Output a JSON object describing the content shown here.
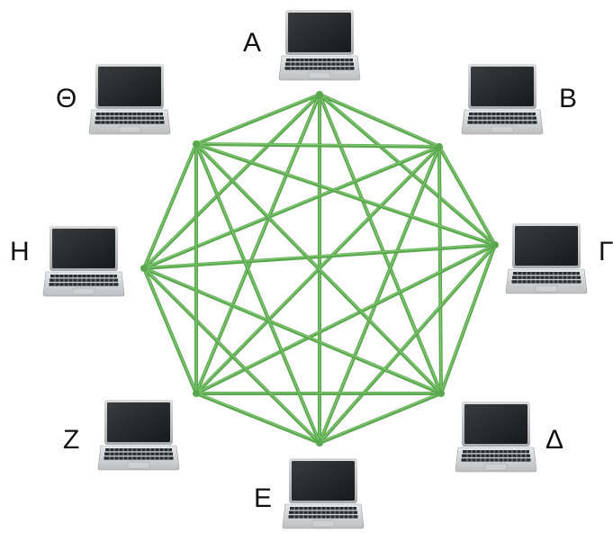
{
  "diagram": {
    "type": "full-mesh-network",
    "edge_color": "#5aa84e",
    "edge_highlight": "#8fd07f",
    "nodes": [
      {
        "id": "A",
        "label": "Α"
      },
      {
        "id": "B",
        "label": "Β"
      },
      {
        "id": "G",
        "label": "Γ"
      },
      {
        "id": "D",
        "label": "Δ"
      },
      {
        "id": "E",
        "label": "Ε"
      },
      {
        "id": "Z",
        "label": "Ζ"
      },
      {
        "id": "H",
        "label": "Η"
      },
      {
        "id": "TH",
        "label": "Θ"
      }
    ],
    "edges": "all-pairs"
  }
}
